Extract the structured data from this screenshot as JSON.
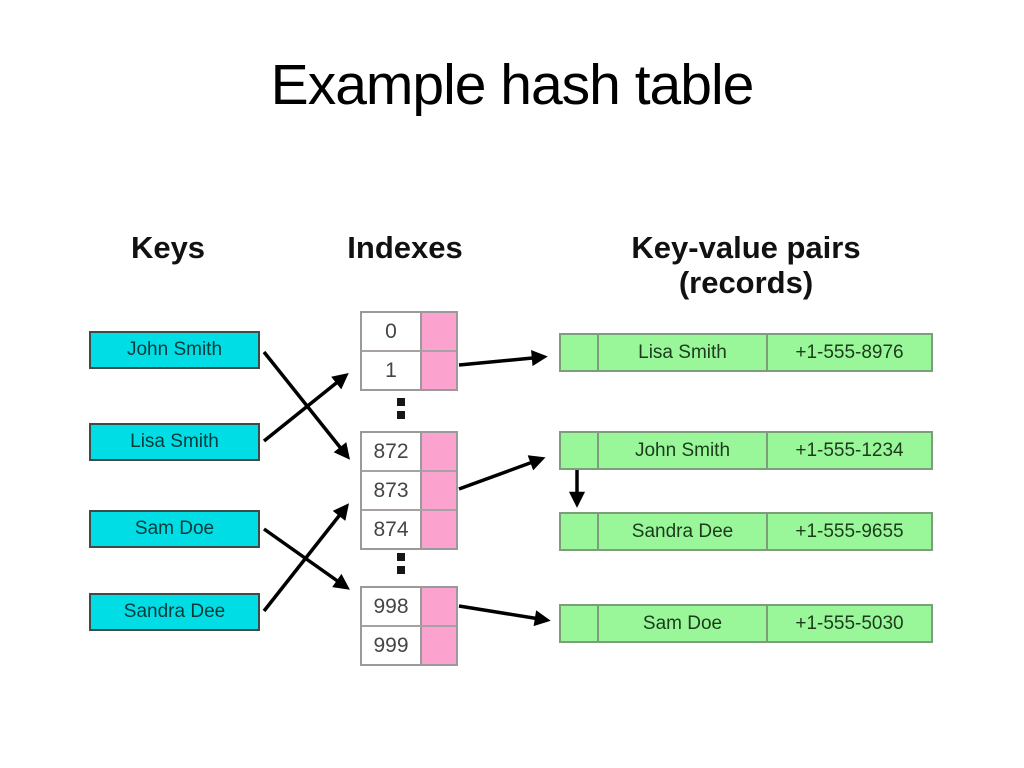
{
  "slide": {
    "title": "Example hash table"
  },
  "columns": {
    "keys_header": "Keys",
    "indexes_header": "Indexes",
    "records_header_line1": "Key-value pairs",
    "records_header_line2": "(records)"
  },
  "keys": [
    {
      "label": "John Smith"
    },
    {
      "label": "Lisa Smith"
    },
    {
      "label": "Sam Doe"
    },
    {
      "label": "Sandra Dee"
    }
  ],
  "index_table": {
    "groups": [
      {
        "rows": [
          "0",
          "1"
        ]
      },
      {
        "rows": [
          "872",
          "873",
          "874"
        ]
      },
      {
        "rows": [
          "998",
          "999"
        ]
      }
    ],
    "ellipsis_between_groups": true
  },
  "records": [
    {
      "name": "Lisa Smith",
      "phone": "+1-555-8976"
    },
    {
      "name": "John Smith",
      "phone": "+1-555-1234"
    },
    {
      "name": "Sandra Dee",
      "phone": "+1-555-9655"
    },
    {
      "name": "Sam Doe",
      "phone": "+1-555-5030"
    }
  ],
  "mappings": {
    "key_to_index": [
      {
        "key": "John Smith",
        "index": "873"
      },
      {
        "key": "Lisa Smith",
        "index": "1"
      },
      {
        "key": "Sam Doe",
        "index": "998"
      },
      {
        "key": "Sandra Dee",
        "index": "873"
      }
    ],
    "index_to_record": [
      {
        "index": "1",
        "record": "Lisa Smith"
      },
      {
        "index": "873",
        "record": "John Smith"
      },
      {
        "index": "998",
        "record": "Sam Doe"
      }
    ],
    "record_chain": [
      {
        "from": "John Smith",
        "to": "Sandra Dee"
      }
    ]
  },
  "colors": {
    "key_fill": "#00dde4",
    "index_slot_fill": "#fba3ce",
    "record_fill": "#99f699",
    "arrow": "#000000"
  }
}
